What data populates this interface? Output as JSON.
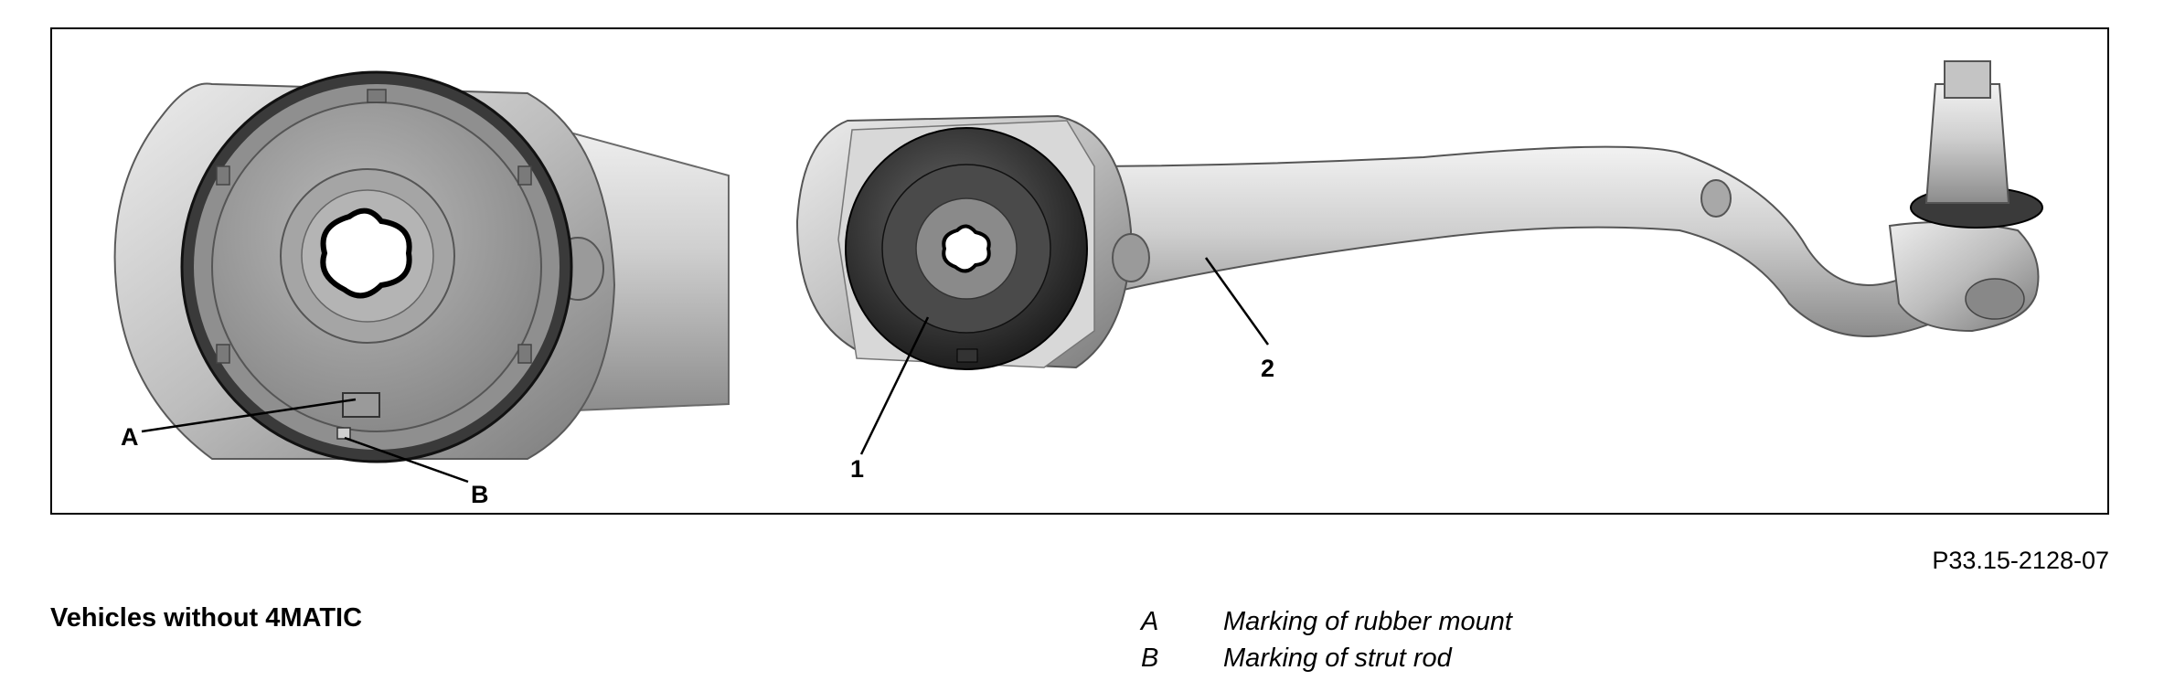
{
  "figure": {
    "callouts": {
      "a": "A",
      "b": "B",
      "one": "1",
      "two": "2"
    },
    "figure_id": "P33.15-2128-07"
  },
  "caption": "Vehicles without 4MATIC",
  "legend": [
    {
      "key": "A",
      "text": "Marking of rubber mount"
    },
    {
      "key": "B",
      "text": "Marking of strut rod"
    }
  ]
}
